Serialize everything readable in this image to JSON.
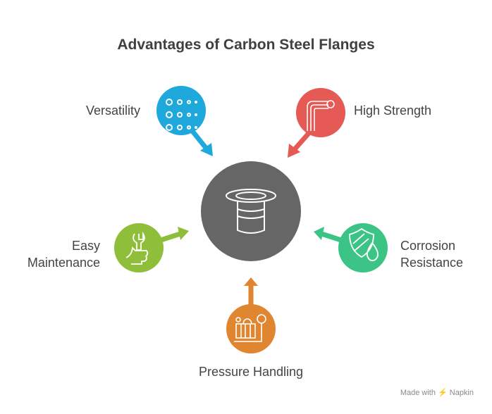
{
  "title": "Advantages of Carbon Steel Flanges",
  "center": {
    "icon": "flange-icon",
    "color": "#666666"
  },
  "items": [
    {
      "label": "Versatility",
      "icon": "dots-grid-icon",
      "color": "#1FA8DC"
    },
    {
      "label": "High Strength",
      "icon": "bent-pipe-icon",
      "color": "#E55A54"
    },
    {
      "label_line1": "Easy",
      "label_line2": "Maintenance",
      "icon": "wrench-thumbs-up-icon",
      "color": "#8FBE3B"
    },
    {
      "label_line1": "Corrosion",
      "label_line2": "Resistance",
      "icon": "shield-drop-icon",
      "color": "#3CC487"
    },
    {
      "label": "Pressure Handling",
      "icon": "pressure-gauge-icon",
      "color": "#E08530"
    }
  ],
  "footer": "Made with ⚡ Napkin"
}
